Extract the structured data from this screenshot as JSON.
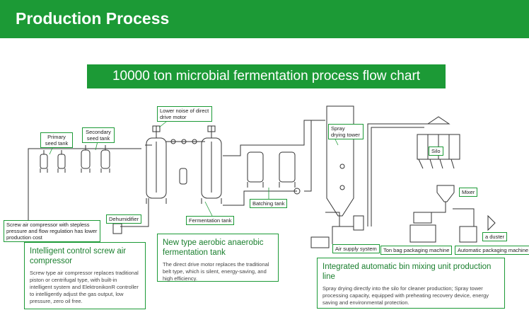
{
  "header": {
    "title": "Production Process"
  },
  "chart": {
    "title": "10000 ton microbial fermentation process flow chart"
  },
  "labels": {
    "primary_seed_tank": "Primary seed tank",
    "secondary_seed_tank": "Secondary seed tank",
    "motor": "Lower noise of direct drive motor",
    "spray_tower": "Spray drying tower",
    "silo": "Silo",
    "mixer": "Mixer",
    "dehumidifier": "Dehumidifier",
    "compressor": "Screw air compressor with stepless pressure and flow regulation has lower production cost",
    "fermentation_tank": "Fermentation tank",
    "batching_tank": "Batching tank",
    "air_supply": "Air supply system",
    "ton_bag": "Ton bag packaging machine",
    "auto_pack": "Automatic packaging machine",
    "duster": "a duster"
  },
  "panels": {
    "compressor": {
      "title": "Intelligent control screw air compressor",
      "body": "Screw type air compressor replaces traditional piston or centrifugal type, with built-in intelligent system and ElektronikonR controller to intelligently adjust the gas output, low pressure, zero oil free."
    },
    "fermentation": {
      "title": "New type aerobic anaerobic fermentation tank",
      "body": "The direct drive motor replaces the traditional belt type, which is silent, energy-saving, and high efficiency."
    },
    "integrated": {
      "title": "Integrated automatic bin mixing unit production line",
      "body": "Spray drying directly into the silo for cleaner production; Spray tower processing capacity, equipped with preheating recovery device, energy saving and environmental protection."
    }
  },
  "colors": {
    "brand_green": "#1c9a36",
    "title_green": "#1a7f2e",
    "line": "#333333"
  }
}
